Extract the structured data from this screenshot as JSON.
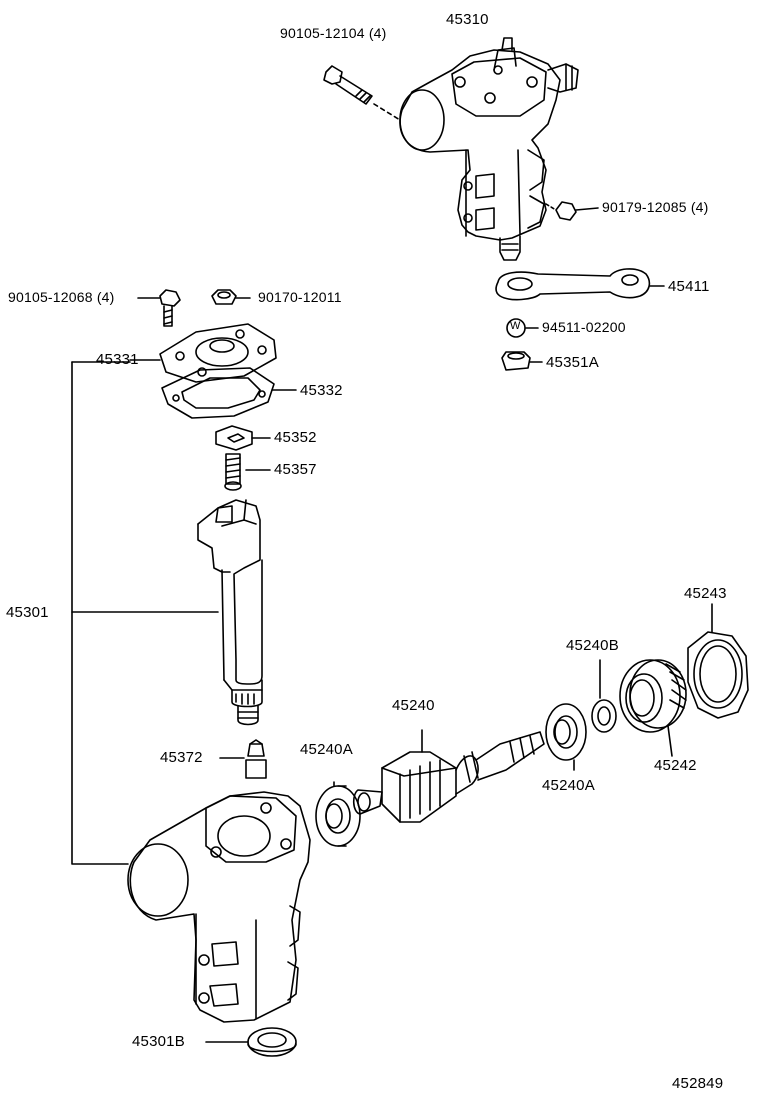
{
  "labels": {
    "p45310": "45310",
    "p90105_12104": "90105-12104 (4)",
    "p90179_12085": "90179-12085 (4)",
    "p45411": "45411",
    "p94511_02200": "94511-02200",
    "p45351A": "45351A",
    "p90105_12068": "90105-12068 (4)",
    "p90170_12011": "90170-12011",
    "p45331": "45331",
    "p45332": "45332",
    "p45352": "45352",
    "p45357": "45357",
    "p45301": "45301",
    "p45243": "45243",
    "p45240B": "45240B",
    "p45240": "45240",
    "p45372": "45372",
    "p45240A_left": "45240A",
    "p45240A_right": "45240A",
    "p45242": "45242",
    "p45301B": "45301B",
    "diagram_id": "452849"
  },
  "washer_symbol": "W"
}
